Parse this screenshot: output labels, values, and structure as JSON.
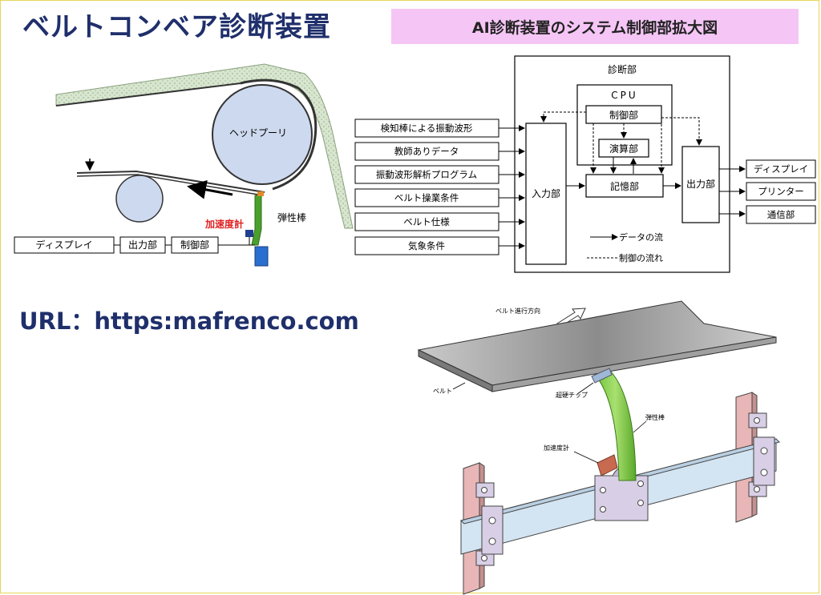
{
  "title": "ベルトコンベア診断装置",
  "banner": "AI診断装置のシステム制御部拡大図",
  "url": "URL：https:mafrenco.com",
  "left_diagram": {
    "head_pulley": "ヘッドプーリ",
    "accelerometer": "加速度計",
    "elastic_rod": "弾性棒",
    "display": "ディスプレイ",
    "output": "出力部",
    "control": "制御部"
  },
  "system": {
    "diagnosis": "診断部",
    "cpu": "CPU",
    "control": "制御部",
    "calc": "演算部",
    "memory": "記憶部",
    "input": "入力部",
    "output": "出力部",
    "inputs": [
      "検知棒による振動波形",
      "教師ありデータ",
      "振動波形解析プログラム",
      "ベルト操業条件",
      "ベルト仕様",
      "気象条件"
    ],
    "outputs": [
      "ディスプレイ",
      "プリンター",
      "通信部"
    ],
    "legend_data": "データの流",
    "legend_control": "制御の流れ"
  },
  "iso": {
    "direction": "ベルト進行方向",
    "belt": "ベルト",
    "tip": "超硬チップ",
    "rod": "弾性棒",
    "accel": "加速度計"
  },
  "colors": {
    "title": "#1f2f6b",
    "banner": "#f5c6f5",
    "pulley": "#cdd9ee",
    "belt_hatch": "#c8d9c0",
    "rod": "#4aa02c",
    "sensor": "#2a6ecf",
    "accel_label": "#e02020"
  }
}
